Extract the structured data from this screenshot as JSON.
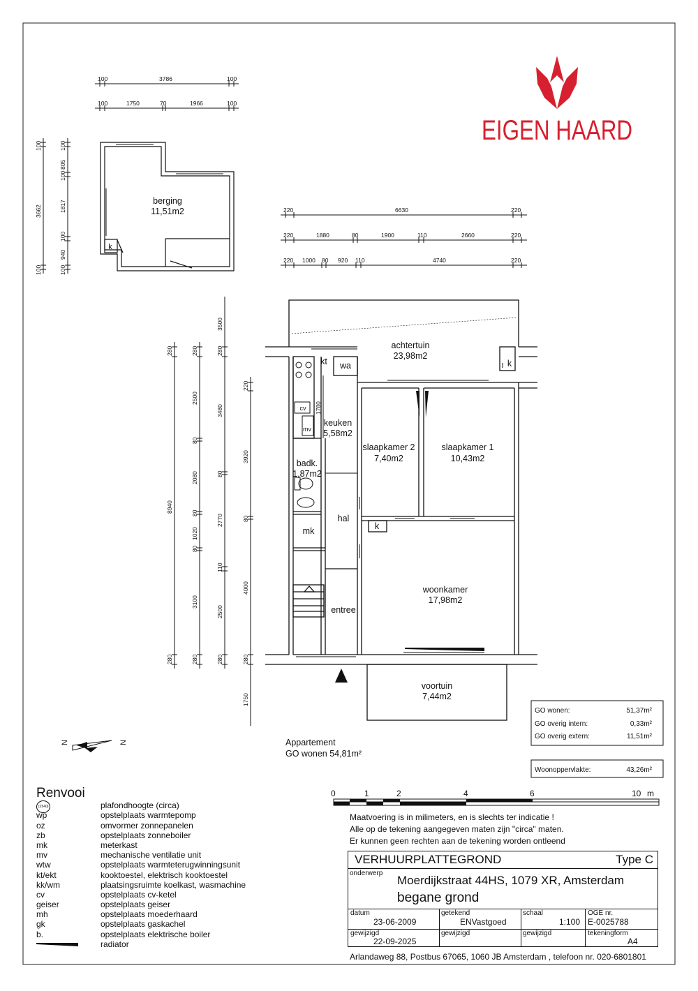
{
  "logo": {
    "text": "EIGEN HAARD",
    "color": "#d6202f"
  },
  "rooms": {
    "berging": {
      "name": "berging",
      "area": "11,51m2"
    },
    "achtertuin": {
      "name": "achtertuin",
      "area": "23,98m2"
    },
    "keuken": {
      "name": "keuken",
      "area": "5,58m2"
    },
    "badk": {
      "name": "badk.",
      "area": "1,87m2"
    },
    "slaapkamer2": {
      "name": "slaapkamer 2",
      "area": "7,40m2"
    },
    "slaapkamer1": {
      "name": "slaapkamer 1",
      "area": "10,43m2"
    },
    "woonkamer": {
      "name": "woonkamer",
      "area": "17,98m2"
    },
    "voortuin": {
      "name": "voortuin",
      "area": "7,44m2"
    },
    "hal": "hal",
    "mk": "mk",
    "entree": "entree",
    "kt": "kt",
    "wa": "wa",
    "k": "k",
    "cv": "cv",
    "mv": "mv"
  },
  "dims": {
    "top1": [
      "100",
      "3786",
      "100"
    ],
    "top2": [
      "100",
      "1750",
      "70",
      "1966",
      "100"
    ],
    "left_berging": [
      "100",
      "100",
      "805",
      "100",
      "1817",
      "100",
      "940",
      "100",
      "3662",
      "100"
    ],
    "row1": [
      "220",
      "6630",
      "220"
    ],
    "row2": [
      "220",
      "1880",
      "80",
      "1900",
      "110",
      "2660",
      "220"
    ],
    "row3": [
      "220",
      "1000",
      "80",
      "920",
      "110",
      "4740",
      "220"
    ],
    "col1": [
      "280",
      "8940",
      "280"
    ],
    "col2": [
      "280",
      "2500",
      "80",
      "2080",
      "80",
      "1020",
      "80",
      "3100",
      "280"
    ],
    "col3": [
      "3500",
      "280",
      "3480",
      "80",
      "2770",
      "110",
      "2500",
      "280"
    ],
    "col4": [
      "220",
      "1780",
      "3920",
      "80",
      "4000",
      "280",
      "1750"
    ]
  },
  "appartement": {
    "line1": "Appartement",
    "line2": "GO wonen 54,81m²"
  },
  "go_table": [
    {
      "label": "GO wonen:",
      "value": "51,37m²"
    },
    {
      "label": "GO overig intern:",
      "value": "0,33m²"
    },
    {
      "label": "GO overig extern:",
      "value": "11,51m²"
    }
  ],
  "woonoppervlakte": {
    "label": "Woonoppervlakte:",
    "value": "43,26m²"
  },
  "scale_bar": {
    "ticks": [
      "0",
      "1",
      "2",
      "4",
      "6",
      "10"
    ],
    "unit": "m"
  },
  "notes": [
    "Maatvoering is in milimeters, en is slechts ter indicatie !",
    "Alle op de tekening aangegeven maten zijn \"circa\" maten.",
    "Er kunnen geen rechten aan de tekening worden ontleend"
  ],
  "renvooi": {
    "title": "Renvooi",
    "circle_code": "(2540)",
    "items": [
      {
        "code": "",
        "desc": "plafondhoogte (circa)"
      },
      {
        "code": "wp",
        "desc": "opstelplaats warmtepomp"
      },
      {
        "code": "oz",
        "desc": "omvormer zonnepanelen"
      },
      {
        "code": "zb",
        "desc": "opstelplaats zonneboiler"
      },
      {
        "code": "mk",
        "desc": "meterkast"
      },
      {
        "code": "mv",
        "desc": "mechanische ventilatie unit"
      },
      {
        "code": "wtw",
        "desc": "opstelplaats warmteterugwinningsunit"
      },
      {
        "code": "kt/ekt",
        "desc": "kooktoestel, elektrisch kooktoestel"
      },
      {
        "code": "kk/wm",
        "desc": "plaatsingsruimte koelkast, wasmachine"
      },
      {
        "code": "cv",
        "desc": "opstelplaats cv-ketel"
      },
      {
        "code": "geiser",
        "desc": "opstelplaats geiser"
      },
      {
        "code": "mh",
        "desc": "opstelplaats moederhaard"
      },
      {
        "code": "gk",
        "desc": "opstelplaats gaskachel"
      },
      {
        "code": "b.",
        "desc": "opstelplaats elektrische boiler"
      },
      {
        "code": "",
        "desc": "radiator"
      }
    ]
  },
  "title_block": {
    "title": "VERHUURPLATTEGROND",
    "type": "Type  C",
    "onderwerp_label": "onderwerp",
    "address": "Moerdijkstraat 44HS, 1079 XR, Amsterdam",
    "floor": "begane grond",
    "datum_label": "datum",
    "datum": "23-06-2009",
    "getekend_label": "getekend",
    "getekend": "ENVastgoed",
    "schaal_label": "schaal",
    "schaal": "1:100",
    "oge_label": "OGE nr.",
    "oge": "E-0025788",
    "gewijzigd_label": "gewijzigd",
    "gewijzigd": "22-09-2025",
    "tekeningform_label": "tekeningform",
    "tekeningform": "A4"
  },
  "footer": "Arlandaweg 88, Postbus 67065, 1060 JB Amsterdam , telefoon nr. 020-6801801"
}
